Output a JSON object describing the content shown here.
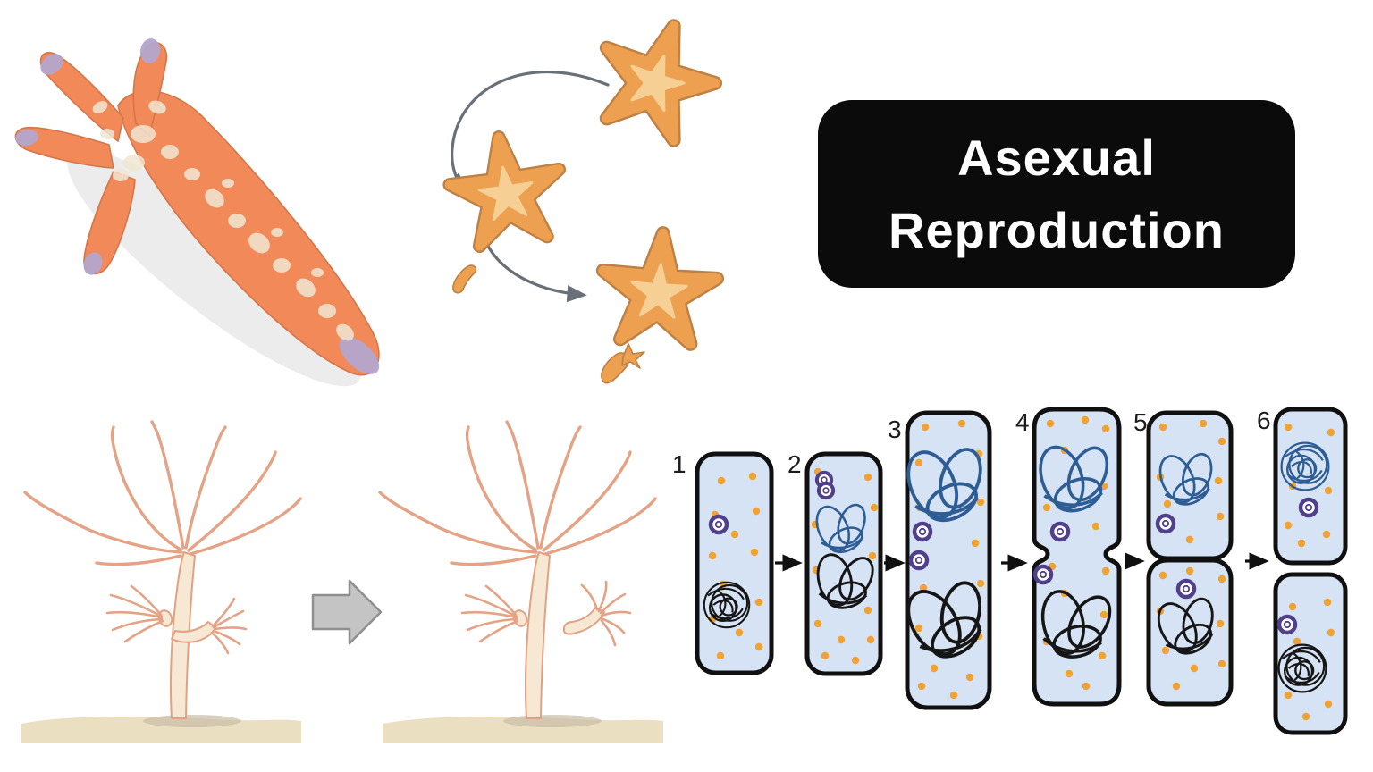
{
  "title": {
    "line1": "Asexual",
    "line2": "Reproduction"
  },
  "binary_fission": {
    "stage_numbers": [
      "1",
      "2",
      "3",
      "4",
      "5",
      "6"
    ]
  },
  "colors": {
    "page_bg": "#ffffff",
    "title_bg": "#0b0b0b",
    "title_text": "#ffffff",
    "cell_fill": "#d6e3f4",
    "cell_border": "#101010",
    "dna_black": "#161616",
    "dna_blue": "#2d5d94",
    "plasmid_purple": "#50408a",
    "ribosome_orange": "#f0a233",
    "stage_number": "#1c1c1c",
    "fission_arrow": "#101010",
    "cycle_starfish_fill": "#eda050",
    "cycle_starfish_light": "#f6cf95",
    "cycle_starfish_outline": "#bd8045",
    "cycle_arrow": "#6a7077",
    "comet_body": "#f18a58",
    "comet_outline": "#d4764a",
    "comet_spot": "#f1e5d2",
    "comet_tip": "#b3a5cd",
    "hydra_body": "#f7e8d3",
    "hydra_outline": "#e2a183",
    "hydra_tentacle": "#e5a385",
    "ground_tan": "#ebdfc1",
    "ground_shadow": "#c9bda6",
    "block_arrow_fill": "#c4c4c4",
    "block_arrow_border": "#8f8f8f"
  }
}
